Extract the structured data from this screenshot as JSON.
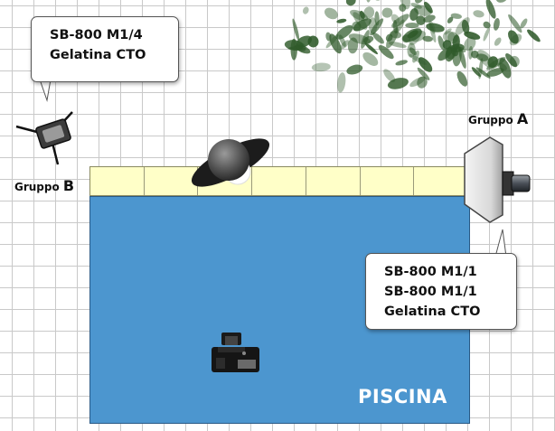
{
  "callouts": {
    "top_left": {
      "line1": "SB-800 M1/4",
      "line2": "Gelatina CTO"
    },
    "bottom_right": {
      "line1": "SB-800 M1/1",
      "line2": "SB-800 M1/1",
      "line3": "Gelatina CTO"
    }
  },
  "groups": {
    "a": {
      "word": "Gruppo",
      "letter": "A"
    },
    "b": {
      "word": "Gruppo",
      "letter": "B"
    }
  },
  "pool": {
    "label": "PISCINA"
  },
  "colors": {
    "pool": "#4c96cf",
    "deck": "#ffffc8",
    "tree": "#2f5a2a"
  },
  "icons": {
    "softbox": "softbox-icon",
    "flash": "flash-on-stand-icon",
    "umbrella": "umbrella-light-icon",
    "camera": "camera-icon",
    "tree": "tree-icon"
  }
}
